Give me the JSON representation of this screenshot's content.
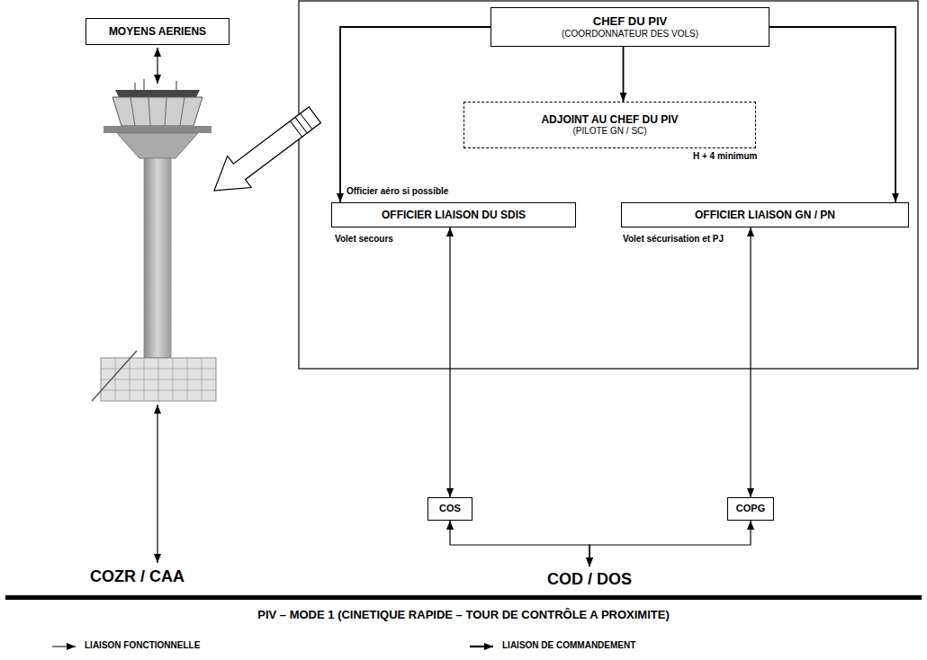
{
  "diagram": {
    "caption": "PIV – MODE 1 (CINETIQUE RAPIDE – TOUR DE CONTRÔLE A PROXIMITE)",
    "nodes": [
      {
        "text": [
          "MOYENS AERIENS"
        ]
      },
      {
        "text": [
          "CHEF DU PIV",
          "(COORDONNATEUR DES VOLS)"
        ]
      },
      {
        "text": [
          "ADJOINT AU CHEF DU PIV",
          "(PILOTE GN / SC)"
        ]
      },
      {
        "text": [
          "OFFICIER LIAISON DU SDIS"
        ]
      },
      {
        "text": [
          "OFFICIER LIAISON GN / PN"
        ]
      },
      {
        "text": [
          "COS"
        ]
      },
      {
        "text": [
          "COPG"
        ]
      },
      {
        "text": [
          "COD / DOS"
        ]
      }
    ],
    "edges": [
      {
        "from": 1,
        "to": 2,
        "arrow": "to"
      },
      {
        "from": 1,
        "to": 3,
        "arrow": "to"
      },
      {
        "from": 1,
        "to": 4,
        "arrow": "to"
      },
      {
        "from": 3,
        "to": 5,
        "arrow": "both"
      },
      {
        "from": 4,
        "to": 6,
        "arrow": "both"
      },
      {
        "from": 5,
        "to": 7,
        "arrow": "both"
      },
      {
        "from": 6,
        "to": 7,
        "arrow": "both"
      }
    ],
    "labels": [
      "H + 4 minimum",
      "Officier aéro si possible",
      "Volet secours",
      "Volet sécurisation et PJ",
      "COZR / CAA"
    ],
    "legend": [
      {
        "text": "LIAISON FONCTIONNELLE"
      },
      {
        "text": "LIAISON DE COMMANDEMENT"
      }
    ]
  }
}
